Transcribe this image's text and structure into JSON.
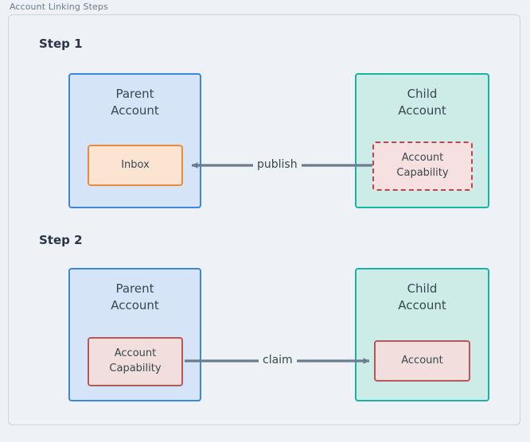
{
  "frame": {
    "title": "Account Linking Steps"
  },
  "colors": {
    "background": "#eef1f5",
    "frame_border": "#ccd3dd",
    "frame_title_text": "#6b7a8d",
    "parent_border": "#3b87d8",
    "parent_fill": "#d6e4f7",
    "child_border": "#19b3a6",
    "child_fill": "#cdece7",
    "inbox_border": "#ed8a3c",
    "inbox_fill": "#fbe4d1",
    "capability_dashed_border": "#b5494e",
    "capability_dashed_fill": "#f6e0e0",
    "capability_solid_border": "#b5585c",
    "capability_solid_fill": "#f2dedd",
    "arrow": "#6b7c8e",
    "text": "#37474f",
    "heading": "#2b3445"
  },
  "steps": [
    {
      "label": "Step 1",
      "parent": {
        "title": "Parent\nAccount",
        "inner": {
          "label": "Inbox",
          "style": "solid-orange"
        }
      },
      "child": {
        "title": "Child\nAccount",
        "inner": {
          "label": "Account\nCapability",
          "style": "dashed-red"
        }
      },
      "edge": {
        "label": "publish",
        "direction": "child-to-parent"
      }
    },
    {
      "label": "Step 2",
      "parent": {
        "title": "Parent\nAccount",
        "inner": {
          "label": "Account\nCapability",
          "style": "solid-red"
        }
      },
      "child": {
        "title": "Child\nAccount",
        "inner": {
          "label": "Account",
          "style": "solid-red"
        }
      },
      "edge": {
        "label": "claim",
        "direction": "parent-to-child"
      }
    }
  ]
}
